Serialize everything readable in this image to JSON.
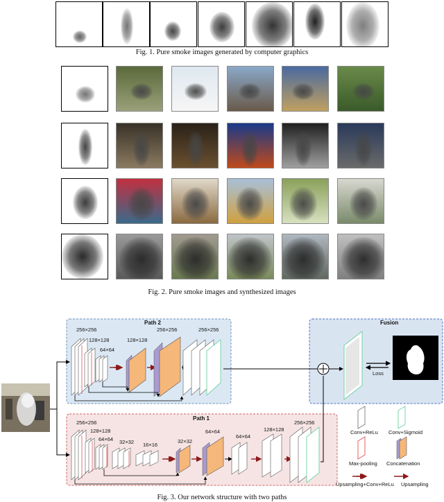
{
  "fig1": {
    "caption": "Fig. 1.     Pure smoke images generated by computer graphics"
  },
  "fig2": {
    "caption": "Fig. 2.     Pure smoke images and synthesized images"
  },
  "fig3": {
    "caption": "Fig. 3.     Our network structure with two paths",
    "path2_title": "Path 2",
    "path1_title": "Path 1",
    "fusion_title": "Fusion",
    "loss_label": "Loss",
    "path2_sizes": [
      "256×256",
      "128×128",
      "64×64",
      "128×128",
      "256×256",
      "256×256"
    ],
    "path1_sizes": [
      "256×256",
      "128×128",
      "64×64",
      "32×32",
      "16×16",
      "32×32",
      "64×64",
      "64×64",
      "128×128",
      "256×256"
    ],
    "legend": {
      "conv_relu": "Conv+ReLu",
      "conv_sigmoid": "Conv+Sigmoid",
      "maxpool": "Max-pooling",
      "concat": "Concatenation",
      "up_conv_relu": "Upsampling+Conv+ReLu",
      "upsampling": "Upsampling"
    },
    "colors": {
      "path2_bg": "#dbe8f4",
      "path1_bg": "#f6e4e4",
      "fusion_bg": "#d9e4f1",
      "orange": "#f5b77a",
      "purple": "#a99bcf",
      "arrow_red": "#8b1a1a",
      "maxpool_red": "#e05050",
      "sigmoid_green": "#6fd2a0"
    }
  }
}
